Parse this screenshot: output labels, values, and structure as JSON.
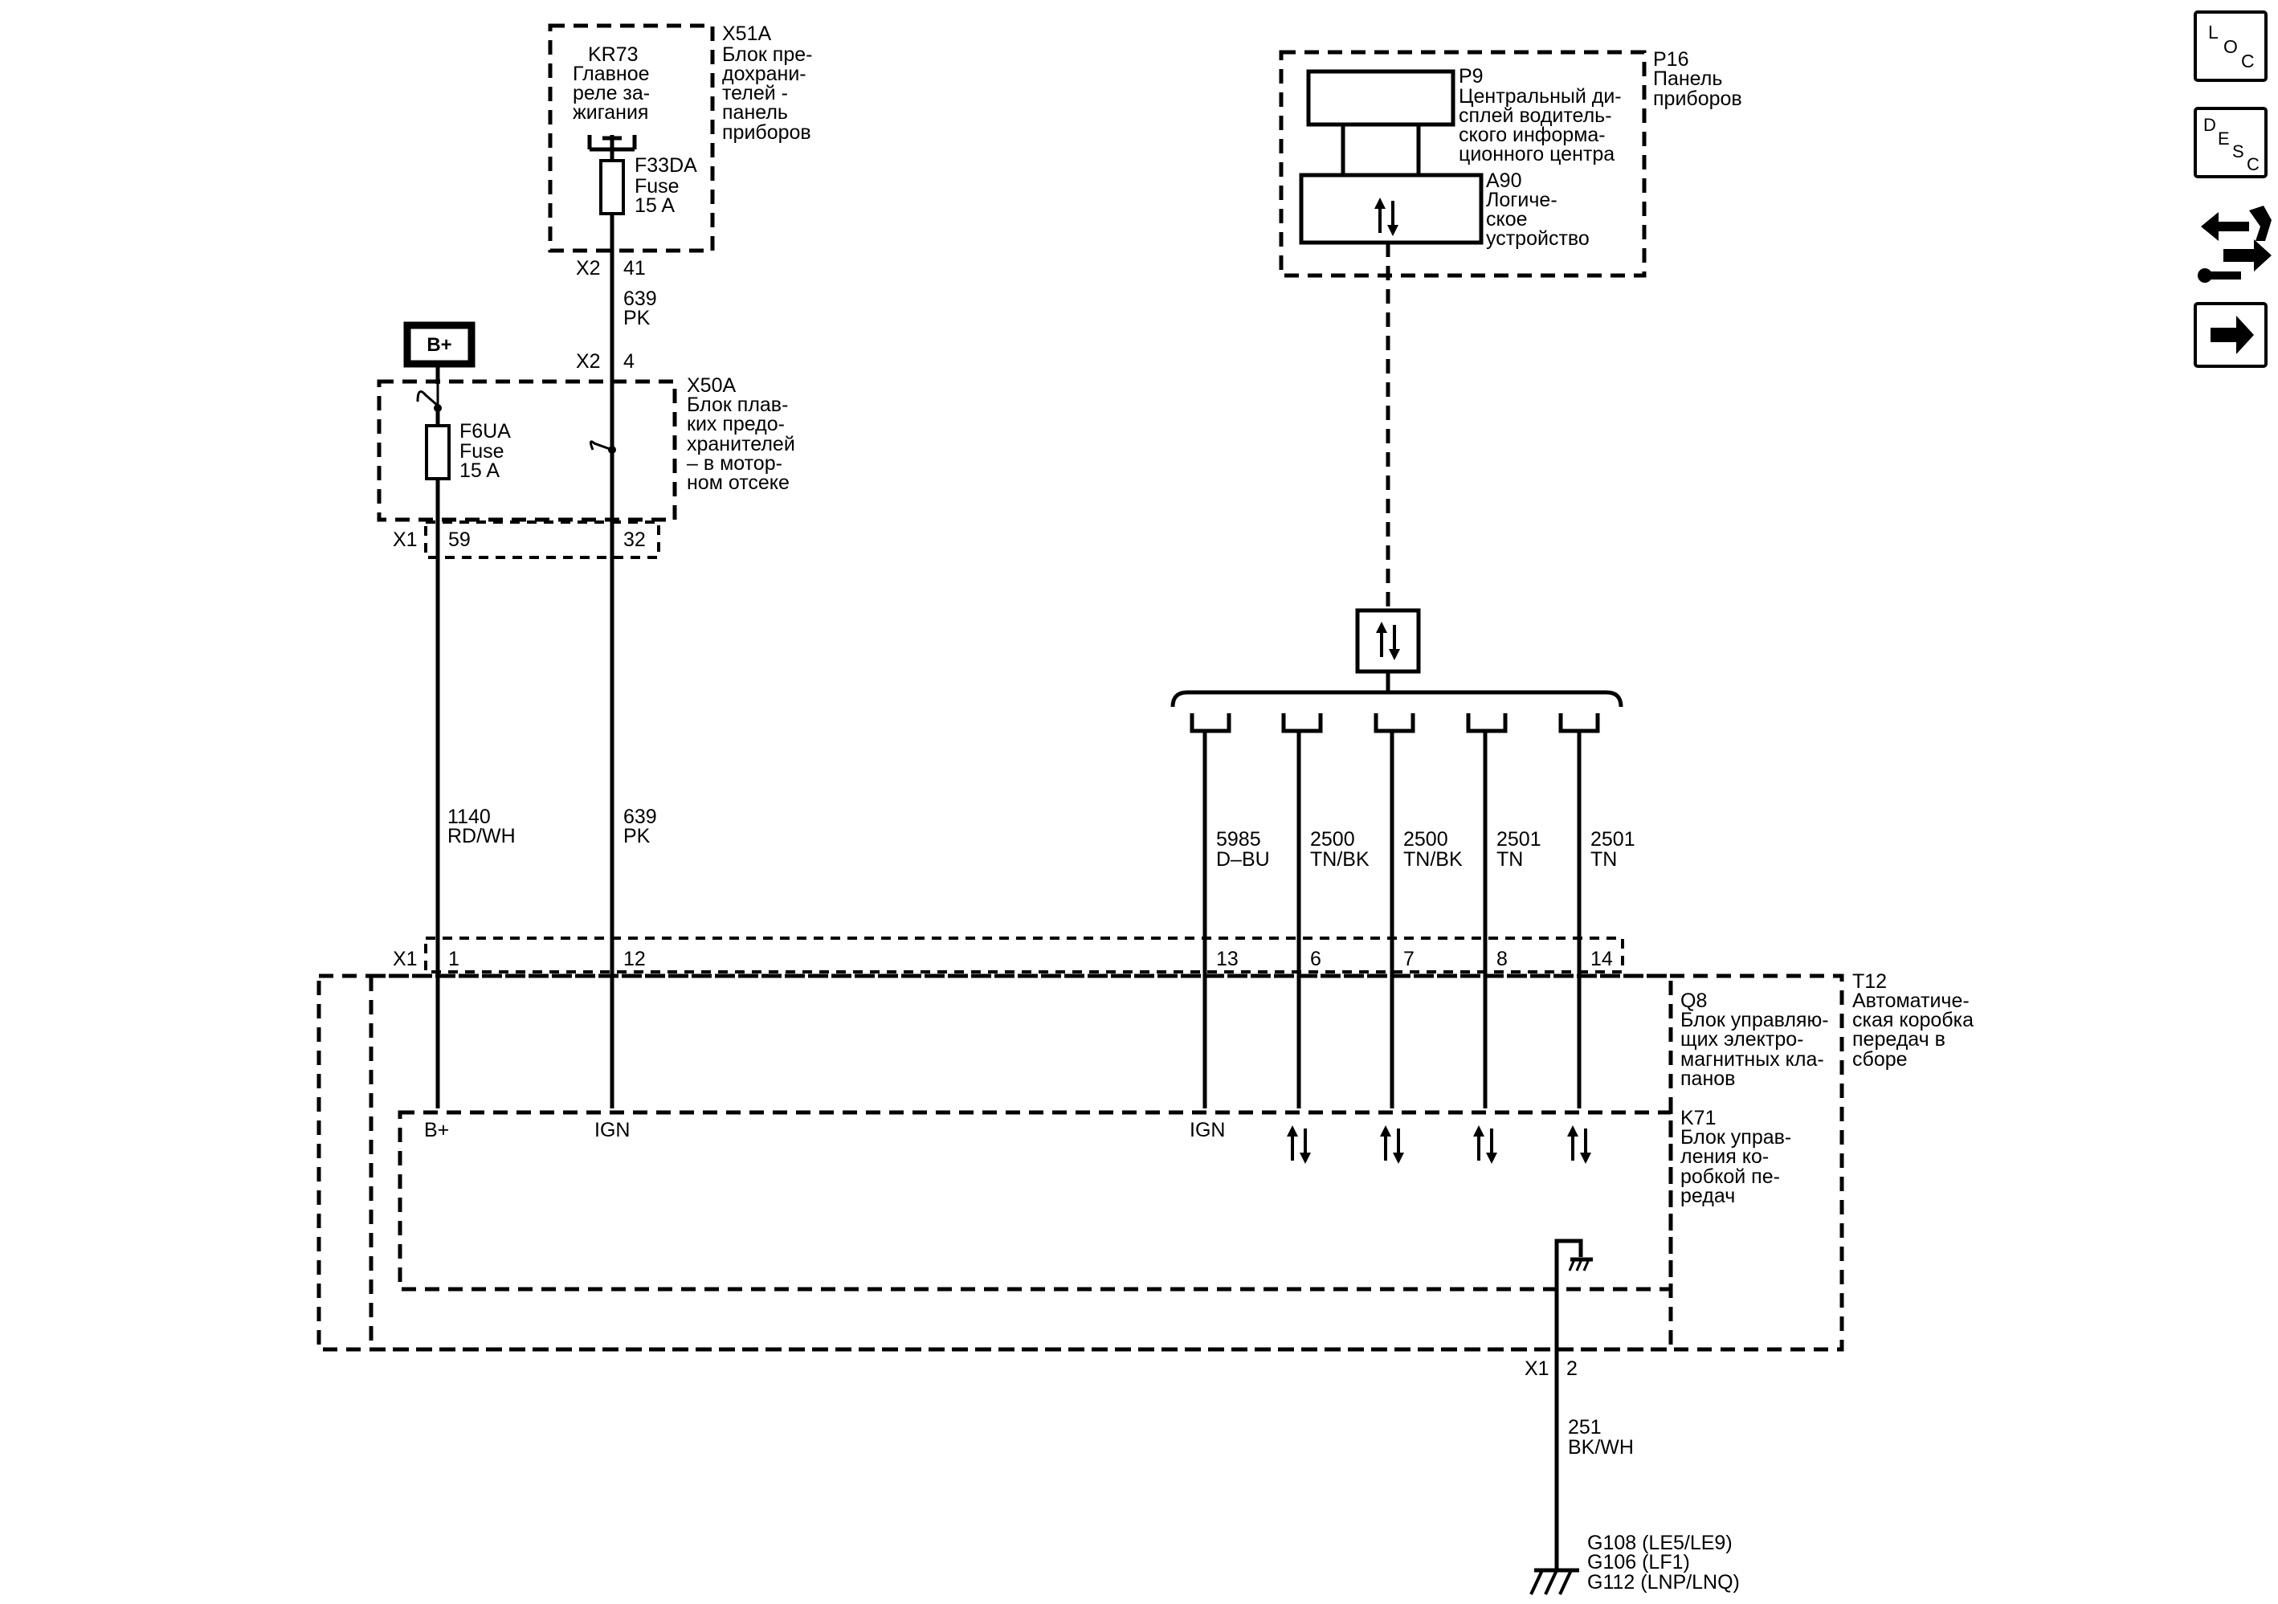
{
  "nav_icons": {
    "loc": {
      "l1": "L",
      "l2": "O",
      "l3": "C"
    },
    "desc": {
      "l1": "D",
      "l2": "E",
      "l3": "S",
      "l4": "C"
    }
  },
  "x51a": {
    "name": "X51A",
    "desc": [
      "Блок пре-",
      "дохрани-",
      "телей -",
      "панель",
      "приборов"
    ],
    "relay_name": "KR73",
    "relay_desc": [
      "Главное",
      "реле за-",
      "жигания"
    ],
    "fuse": [
      "F33DA",
      "Fuse",
      "15 A"
    ],
    "conn": "X2",
    "pin": "41"
  },
  "x50a": {
    "name": "X50A",
    "desc": [
      "Блок плав-",
      "ких предо-",
      "хранителей",
      "– в мотор-",
      "ном отсеке"
    ],
    "fuse": [
      "F6UA",
      "Fuse",
      "15 A"
    ],
    "top_conn": "X2",
    "top_pin": "4",
    "bot_conn": "X1",
    "pin_left": "59",
    "pin_right": "32"
  },
  "battery": "B+",
  "wires": {
    "ign_upper": [
      "639",
      "PK"
    ],
    "bplus": [
      "1140",
      "RD/WH"
    ],
    "ign_lower": [
      "639",
      "PK"
    ],
    "bus": [
      [
        "5985",
        "D–BU"
      ],
      [
        "2500",
        "TN/BK"
      ],
      [
        "2500",
        "TN/BK"
      ],
      [
        "2501",
        "TN"
      ],
      [
        "2501",
        "TN"
      ]
    ],
    "ground": [
      "251",
      "BK/WH"
    ]
  },
  "p16": {
    "name": "P16",
    "desc": [
      "Панель",
      "приборов"
    ],
    "p9_name": "P9",
    "p9_desc": [
      "Центральный ди-",
      "сплей водитель-",
      "ского информа-",
      "ционного центра"
    ],
    "a90_name": "A90",
    "a90_desc": [
      "Логиче-",
      "ское",
      "устройство"
    ]
  },
  "t12": {
    "name": "T12",
    "desc": [
      "Автоматиче-",
      "ская коробка",
      "передач в",
      "сборе"
    ],
    "q8_name": "Q8",
    "q8_desc": [
      "Блок управляю-",
      "щих электро-",
      "магнитных кла-",
      "панов"
    ],
    "k71_name": "K71",
    "k71_desc": [
      "Блок управ-",
      "ления ко-",
      "робкой пе-",
      "редач"
    ],
    "conn": "X1",
    "pins": [
      "1",
      "12",
      "13",
      "6",
      "7",
      "8",
      "14"
    ],
    "term_bplus": "B+",
    "term_ign1": "IGN",
    "term_ign2": "IGN",
    "gnd_conn": "X1",
    "gnd_pin": "2"
  },
  "grounds": [
    "G108 (LE5/LE9)",
    "G106 (LF1)",
    "G112 (LNP/LNQ)"
  ]
}
